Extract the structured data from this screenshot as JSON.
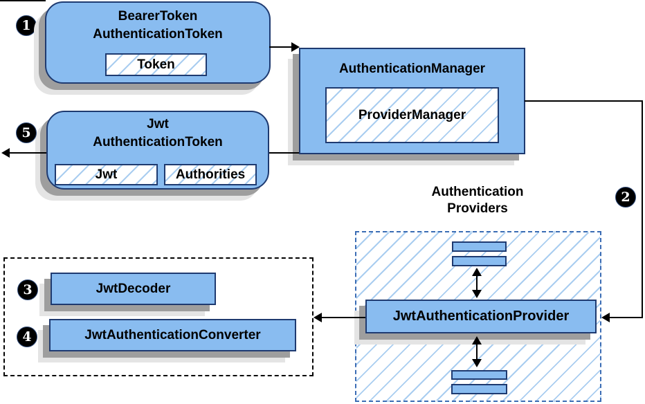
{
  "nodes": {
    "bearer_token": {
      "line1": "BearerToken",
      "line2": "AuthenticationToken",
      "chip": "Token"
    },
    "auth_manager": {
      "title": "AuthenticationManager",
      "chip": "ProviderManager"
    },
    "jwt_token": {
      "line1": "Jwt",
      "line2": "AuthenticationToken",
      "chip1": "Jwt",
      "chip2": "Authorities"
    },
    "jwt_provider": {
      "title": "JwtAuthenticationProvider"
    },
    "jwt_decoder": {
      "title": "JwtDecoder"
    },
    "jwt_converter": {
      "title": "JwtAuthenticationConverter"
    }
  },
  "labels": {
    "providers_line1": "Authentication",
    "providers_line2": "Providers"
  },
  "steps": {
    "s1": "1",
    "s2": "2",
    "s3": "3",
    "s4": "4",
    "s5": "5"
  },
  "colors": {
    "node_fill": "#89bcf0",
    "node_border": "#1e3a70",
    "hatch_line": "#a9cdf0",
    "providers_dash_border": "#3a6cb4",
    "helpers_dash_border": "#000000",
    "shadow_dark": "#9e9e9e",
    "shadow_light": "#e4e4e4",
    "arrow": "#000000",
    "marker_background": "#000000",
    "marker_text": "#ffffff"
  }
}
